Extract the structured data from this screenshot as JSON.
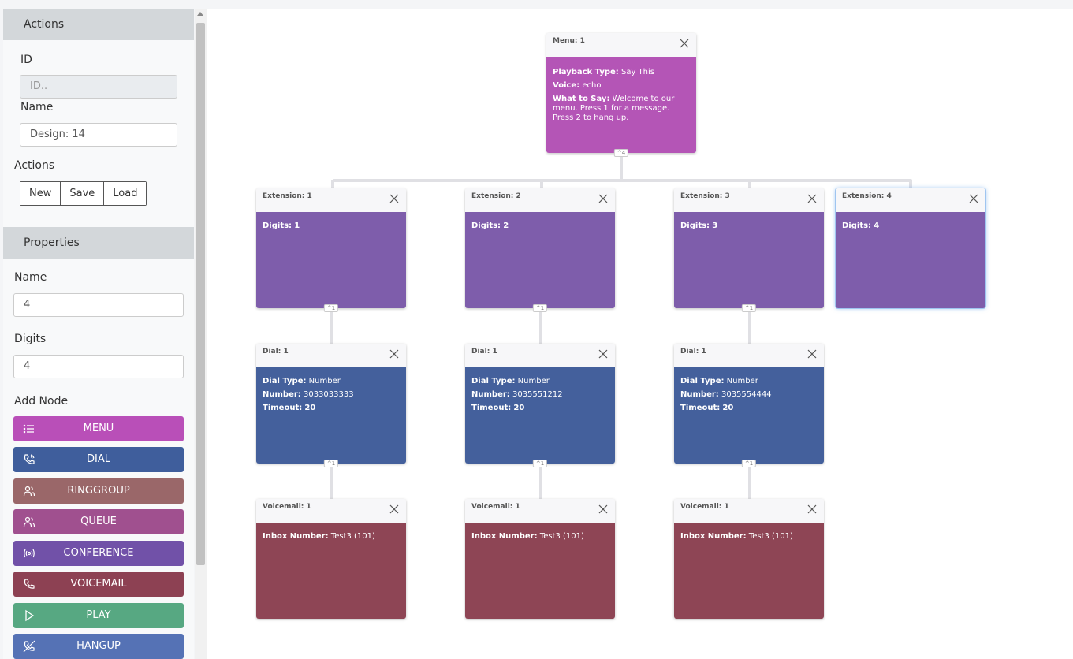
{
  "sidebar": {
    "actions_header": "Actions",
    "id_label": "ID",
    "id_placeholder": "ID..",
    "name_label": "Name",
    "name_value": "Design: 14",
    "actions_label": "Actions",
    "buttons": {
      "new": "New",
      "save": "Save",
      "load": "Load"
    },
    "properties_header": "Properties",
    "prop_name_label": "Name",
    "prop_name_value": "4",
    "prop_digits_label": "Digits",
    "prop_digits_value": "4",
    "add_node_label": "Add Node",
    "node_buttons": [
      {
        "label": "MENU",
        "icon": "list-icon",
        "color": "#b94fb8"
      },
      {
        "label": "DIAL",
        "icon": "phone-call-icon",
        "color": "#3f5e9c"
      },
      {
        "label": "RINGGROUP",
        "icon": "users-icon",
        "color": "#9a6769"
      },
      {
        "label": "QUEUE",
        "icon": "users-icon",
        "color": "#a0508f"
      },
      {
        "label": "CONFERENCE",
        "icon": "broadcast-icon",
        "color": "#7151a8"
      },
      {
        "label": "VOICEMAIL",
        "icon": "phone-icon",
        "color": "#8d4153"
      },
      {
        "label": "PLAY",
        "icon": "play-icon",
        "color": "#57a882"
      },
      {
        "label": "HANGUP",
        "icon": "phone-off-icon",
        "color": "#5572b5"
      }
    ]
  },
  "colors": {
    "menu": "#b455b6",
    "extension": "#7e5dab",
    "dial": "#44609c",
    "voicemail": "#8e4555"
  },
  "nodes": {
    "menu": {
      "title": "Menu: 1",
      "rows": [
        {
          "k": "Playback Type:",
          "v": "Say This"
        },
        {
          "k": "Voice:",
          "v": "echo"
        },
        {
          "k": "What to Say:",
          "v": "Welcome to our menu. Press 1 for a message. Press 2 to hang up."
        }
      ],
      "badge": "^4"
    },
    "extensions": [
      {
        "title": "Extension: 1",
        "k": "Digits:",
        "v": "1",
        "badge": "^1"
      },
      {
        "title": "Extension: 2",
        "k": "Digits:",
        "v": "2",
        "badge": "^1"
      },
      {
        "title": "Extension: 3",
        "k": "Digits:",
        "v": "3",
        "badge": "^1"
      },
      {
        "title": "Extension: 4",
        "k": "Digits:",
        "v": "4",
        "badge": ""
      }
    ],
    "dials": [
      {
        "title": "Dial: 1",
        "type": "Number",
        "number": "3033033333",
        "timeout": "20",
        "badge": "^1"
      },
      {
        "title": "Dial: 1",
        "type": "Number",
        "number": "3035551212",
        "timeout": "20",
        "badge": "^1"
      },
      {
        "title": "Dial: 1",
        "type": "Number",
        "number": "3035554444",
        "timeout": "20",
        "badge": "^1"
      }
    ],
    "voicemails": [
      {
        "title": "Voicemail: 1",
        "k": "Inbox Number:",
        "v": "Test3 (101)"
      },
      {
        "title": "Voicemail: 1",
        "k": "Inbox Number:",
        "v": "Test3 (101)"
      },
      {
        "title": "Voicemail: 1",
        "k": "Inbox Number:",
        "v": "Test3 (101)"
      }
    ],
    "labels": {
      "dial_type": "Dial Type:",
      "number": "Number:",
      "timeout": "Timeout:"
    }
  }
}
